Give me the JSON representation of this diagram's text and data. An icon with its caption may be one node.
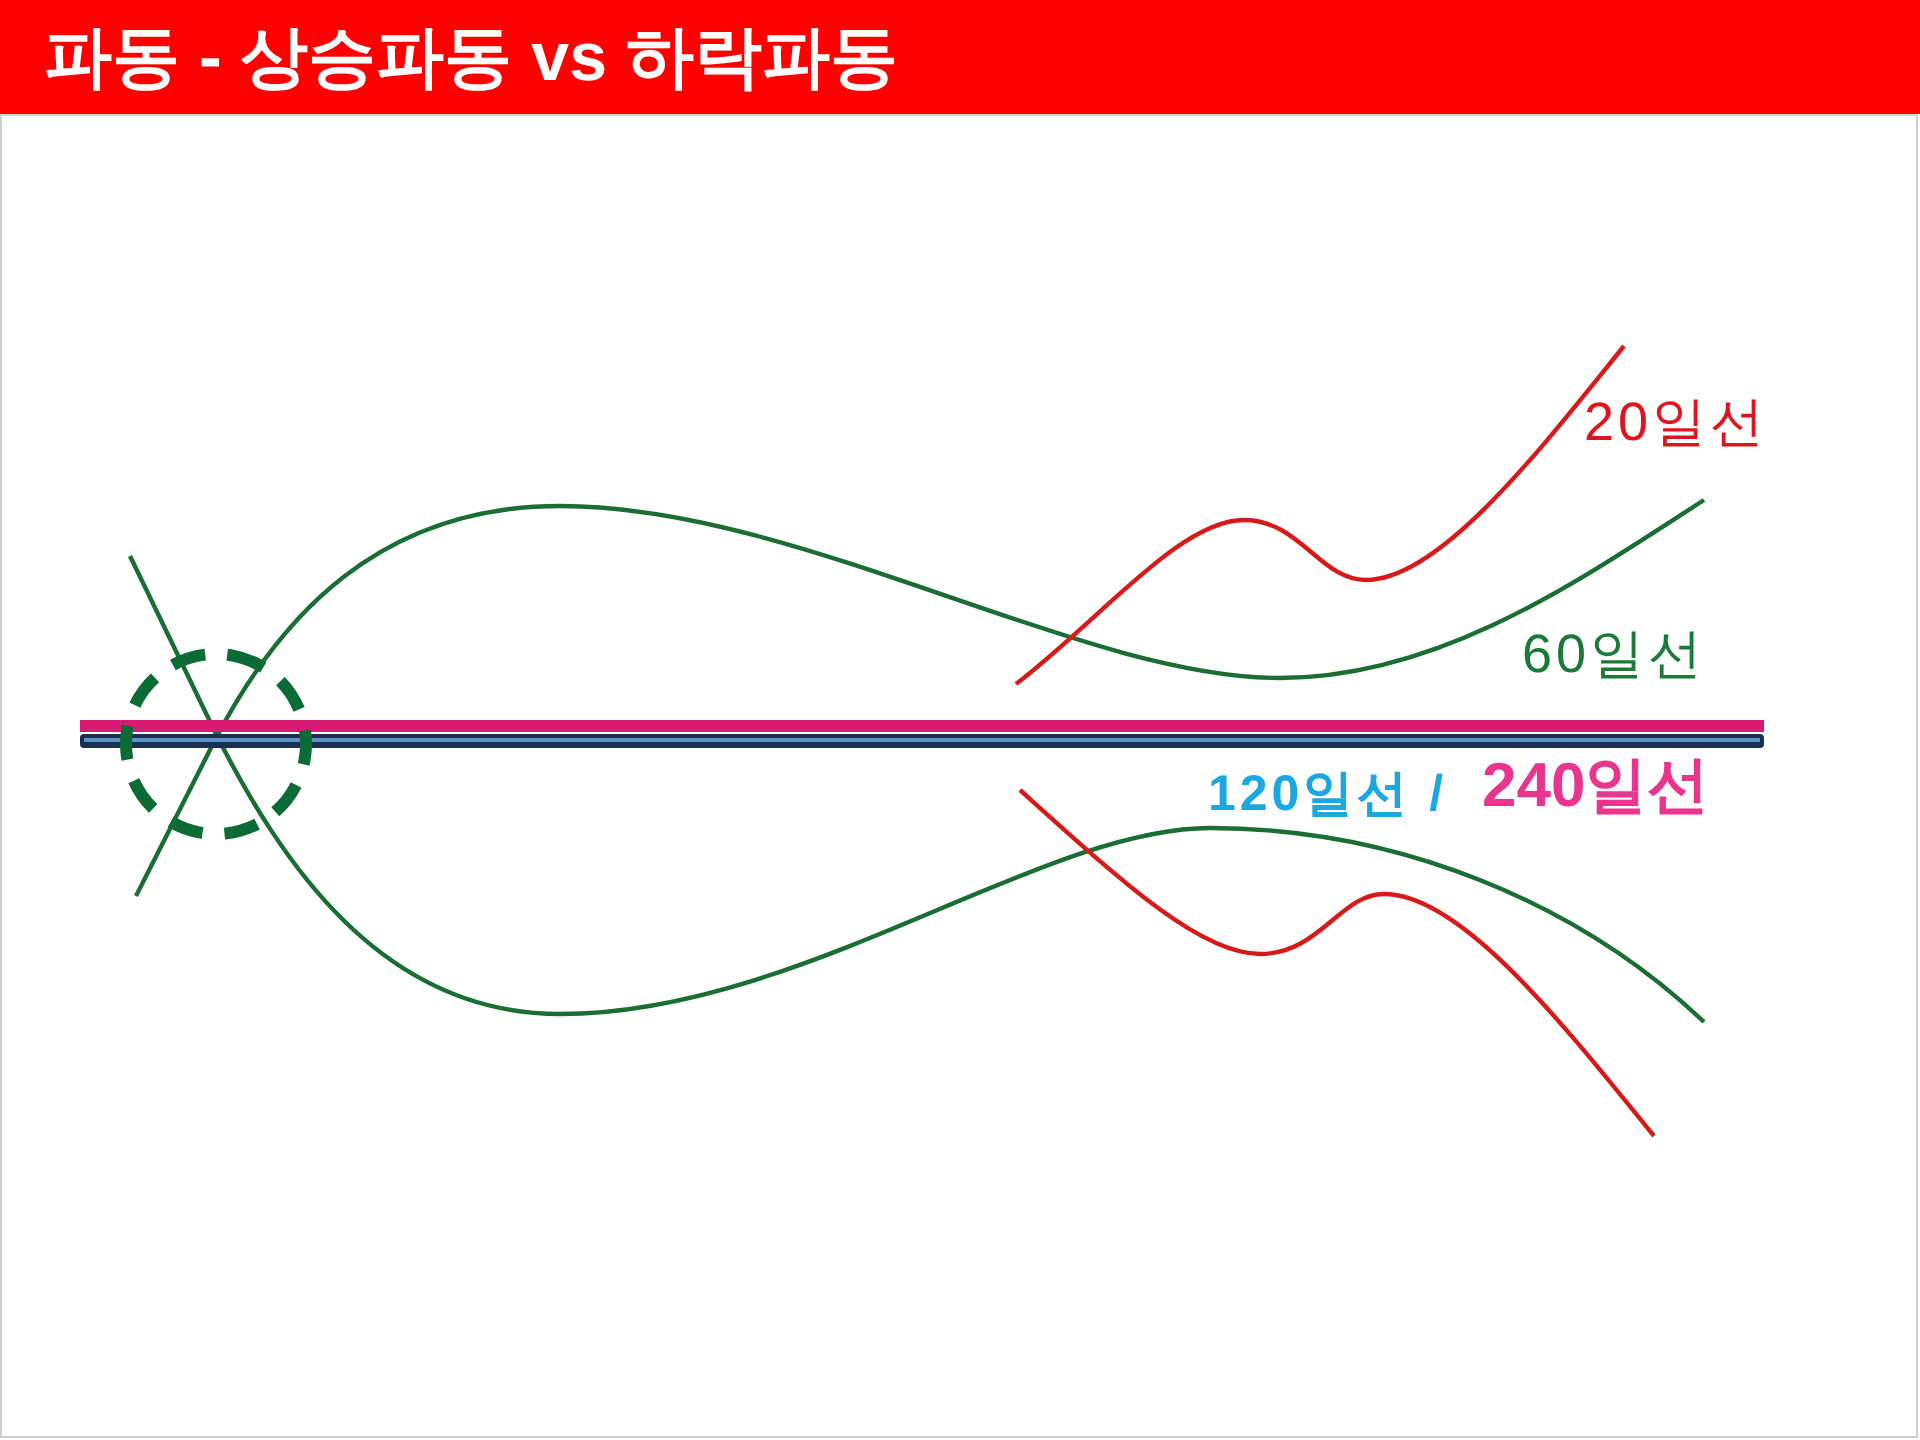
{
  "diagram": {
    "title": "파동 - 상승파동 vs 하락파동",
    "nodes": [
      {
        "text": [],
        "shape": "circle"
      }
    ],
    "labels": [
      "20일선",
      "60일선",
      "120일선 /",
      "240일선"
    ]
  }
}
